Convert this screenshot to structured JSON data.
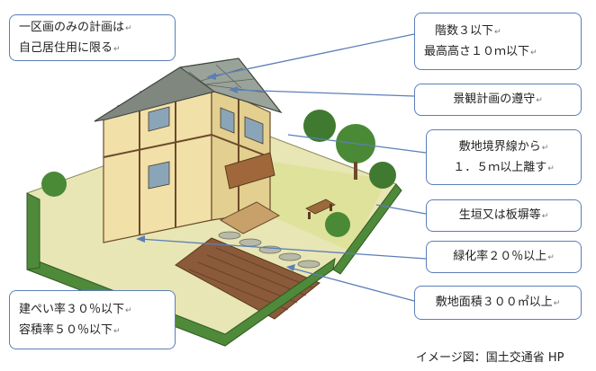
{
  "callouts": {
    "single_lot": {
      "lines": [
        "一区画のみの計画は",
        "自己居住用に限る"
      ]
    },
    "floors_height": {
      "lines": [
        "階数３以下",
        "最高高さ１０ｍ以下"
      ]
    },
    "landscape": {
      "lines": [
        "景観計画の遵守"
      ]
    },
    "setback": {
      "lines": [
        "敷地境界線から",
        "１．５ｍ以上離す"
      ]
    },
    "hedge": {
      "lines": [
        "生垣又は板塀等"
      ]
    },
    "green_ratio": {
      "lines": [
        "緑化率２０％以上"
      ]
    },
    "site_area": {
      "lines": [
        "敷地面積３００㎡以上"
      ]
    },
    "coverage": {
      "lines": [
        "建ぺい率３０％以下",
        "容積率５０％以下"
      ]
    }
  },
  "return_mark": "↵",
  "caption": "イメージ図：国土交通省 HP",
  "colors": {
    "border": "#5b7fb8",
    "leader": "#5b7fb8",
    "text": "#222222"
  }
}
